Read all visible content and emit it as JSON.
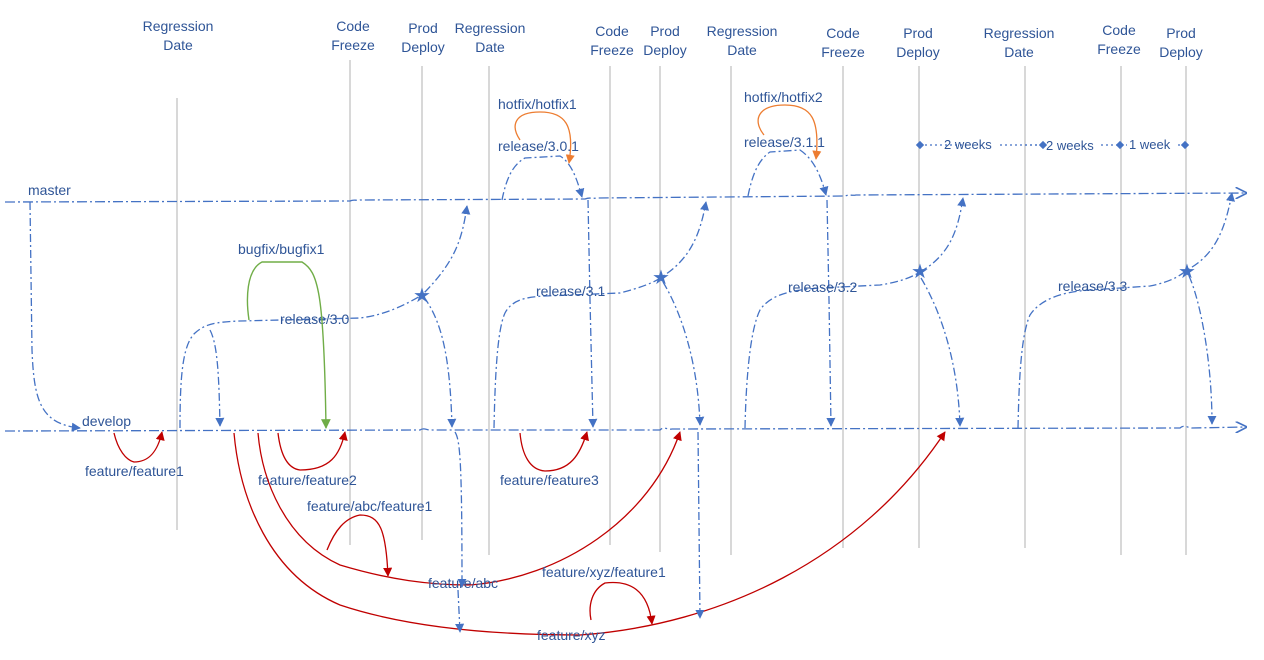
{
  "milestones": [
    {
      "line1": "Regression",
      "line2": "Date"
    },
    {
      "line1": "Code",
      "line2": "Freeze"
    },
    {
      "line1": "Prod",
      "line2": "Deploy"
    },
    {
      "line1": "Regression",
      "line2": "Date"
    },
    {
      "line1": "Code",
      "line2": "Freeze"
    },
    {
      "line1": "Prod",
      "line2": "Deploy"
    },
    {
      "line1": "Regression",
      "line2": "Date"
    },
    {
      "line1": "Code",
      "line2": "Freeze"
    },
    {
      "line1": "Prod",
      "line2": "Deploy"
    },
    {
      "line1": "Regression",
      "line2": "Date"
    },
    {
      "line1": "Code",
      "line2": "Freeze"
    },
    {
      "line1": "Prod",
      "line2": "Deploy"
    }
  ],
  "branches": {
    "master": "master",
    "develop": "develop",
    "release_1": "release/3.0",
    "release_2": "release/3.1",
    "release_3": "release/3.2",
    "release_4": "release/3.3",
    "hotfix_release_1": "release/3.0.1",
    "hotfix_release_2": "release/3.1.1",
    "hotfix_1": "hotfix/hotfix1",
    "hotfix_2": "hotfix/hotfix2",
    "bugfix_1": "bugfix/bugfix1",
    "feature_1": "feature/feature1",
    "feature_2": "feature/feature2",
    "feature_3": "feature/feature3",
    "feature_abc": "feature/abc",
    "feature_abc_1": "feature/abc/feature1",
    "feature_xyz": "feature/xyz",
    "feature_xyz_1": "feature/xyz/feature1"
  },
  "durations": {
    "span_1": "2 weeks",
    "span_2": "2 weeks",
    "span_3": "1 week"
  },
  "colors": {
    "text": "#2f5597",
    "trunk": "#4472c4",
    "feature": "#c00000",
    "bugfix": "#70ad47",
    "hotfix": "#ed7d31",
    "milestone_line": "#cfcfcf"
  }
}
